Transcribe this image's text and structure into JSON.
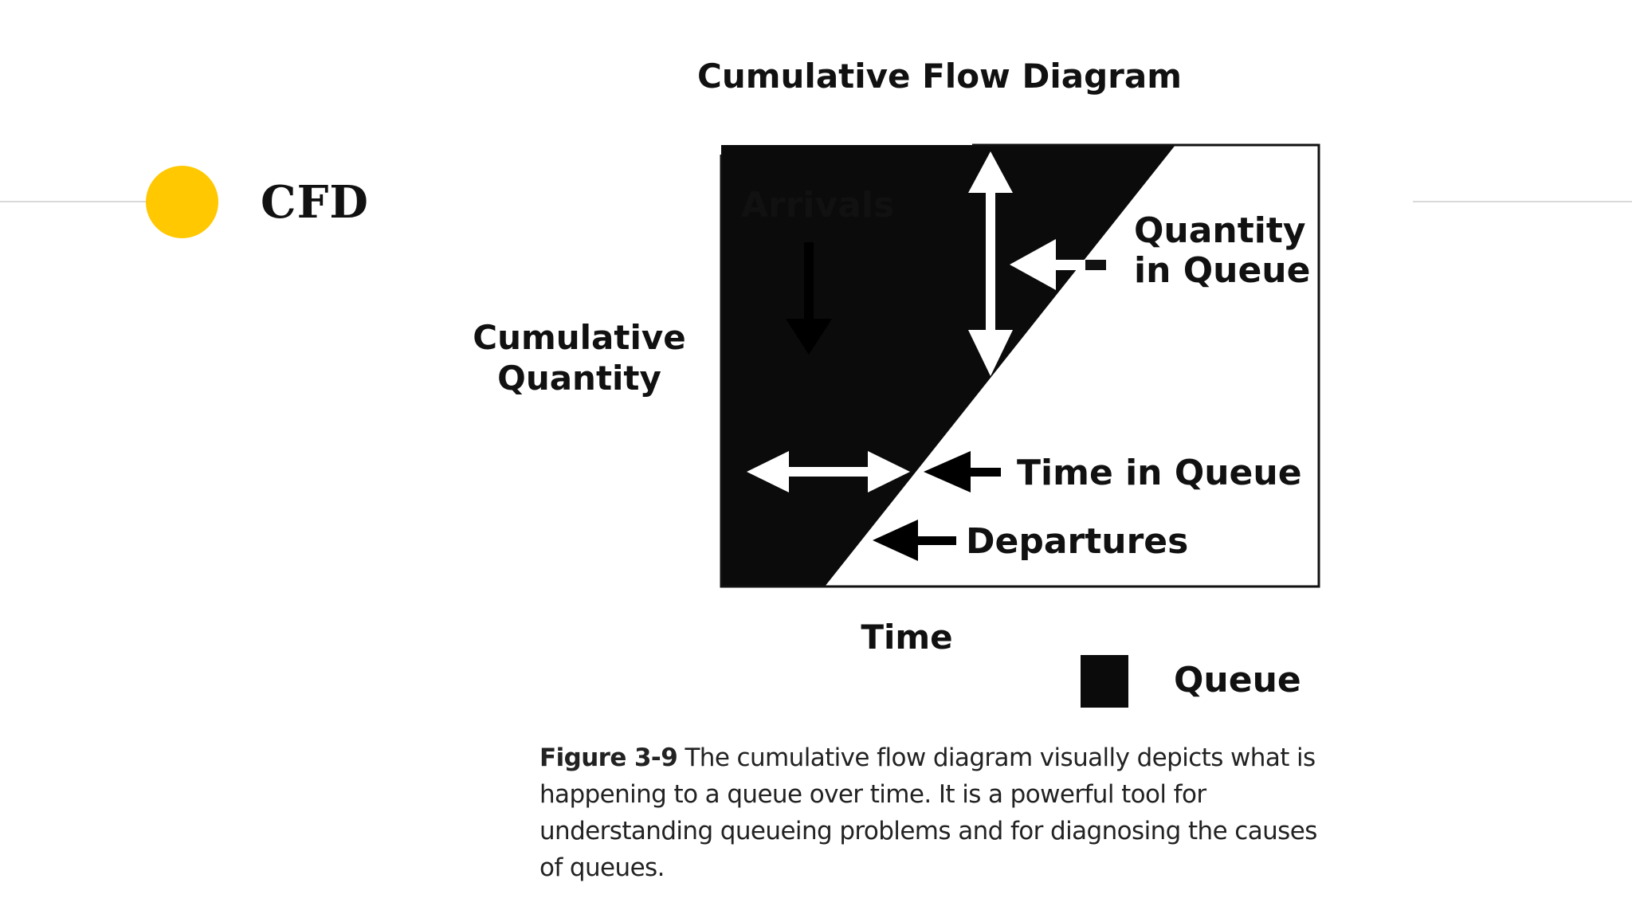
{
  "slide": {
    "title": "CFD",
    "accent_color": "#FFC800",
    "rule_color": "#d9d9d9",
    "bullet_icon": "circle-bullet-icon"
  },
  "figure": {
    "heading": "Cumulative Flow Diagram",
    "y_axis_label_line1": "Cumulative",
    "y_axis_label_line2": "Quantity",
    "x_axis_label": "Time",
    "labels": {
      "arrivals": "Arrivals",
      "quantity_line1": "Quantity",
      "quantity_line2": "in Queue",
      "time_in_queue": "Time in Queue",
      "departures": "Departures"
    },
    "legend": {
      "swatch_color": "#0b0b0b",
      "label": "Queue"
    },
    "icons": {
      "arrivals_pointer": "down-arrow-icon",
      "quantity_pointer": "left-arrow-icon",
      "quantity_span": "vertical-double-arrow-icon",
      "time_span": "horizontal-double-arrow-icon",
      "time_pointer": "left-arrow-icon",
      "departures_pointer": "left-arrow-icon"
    },
    "caption": {
      "label": "Figure 3-9",
      "text": " The cumulative flow diagram visually depicts what is happening to a queue over time. It is a powerful tool for understanding queueing problems and for diagnosing the causes of queues."
    }
  }
}
